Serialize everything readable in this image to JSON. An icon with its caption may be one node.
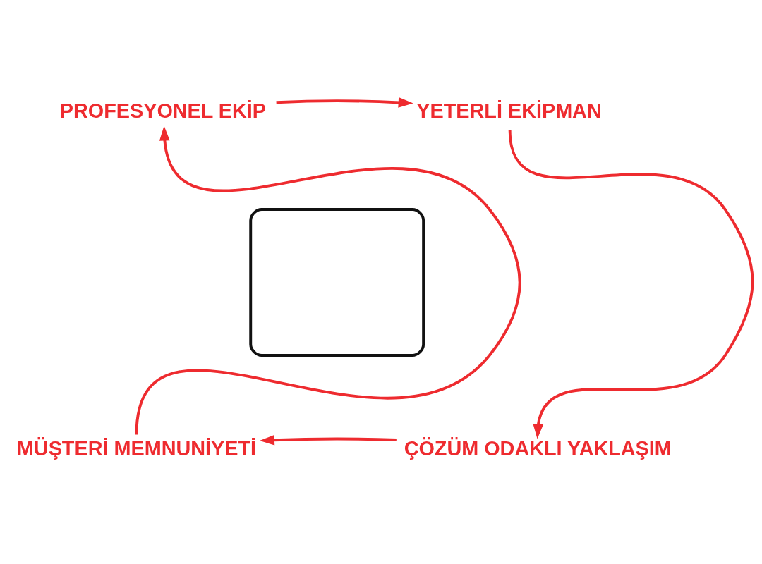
{
  "diagram": {
    "nodes": [
      {
        "text": [
          "PROFESYONEL EKİP"
        ]
      },
      {
        "text": [
          "YETERLİ EKİPMAN"
        ]
      },
      {
        "text": [
          "ÇÖZÜM ODAKLI YAKLAŞIM"
        ]
      },
      {
        "text": [
          "MÜŞTERİ MEMNUNİYETİ"
        ]
      },
      {
        "text": [],
        "shape": "box"
      }
    ],
    "edges": [
      {
        "from": 0,
        "to": 1,
        "arrow": "to"
      },
      {
        "from": 1,
        "to": 2,
        "arrow": "to"
      },
      {
        "from": 2,
        "to": 3,
        "arrow": "to"
      },
      {
        "from": 3,
        "to": 0,
        "arrow": "to"
      }
    ]
  }
}
